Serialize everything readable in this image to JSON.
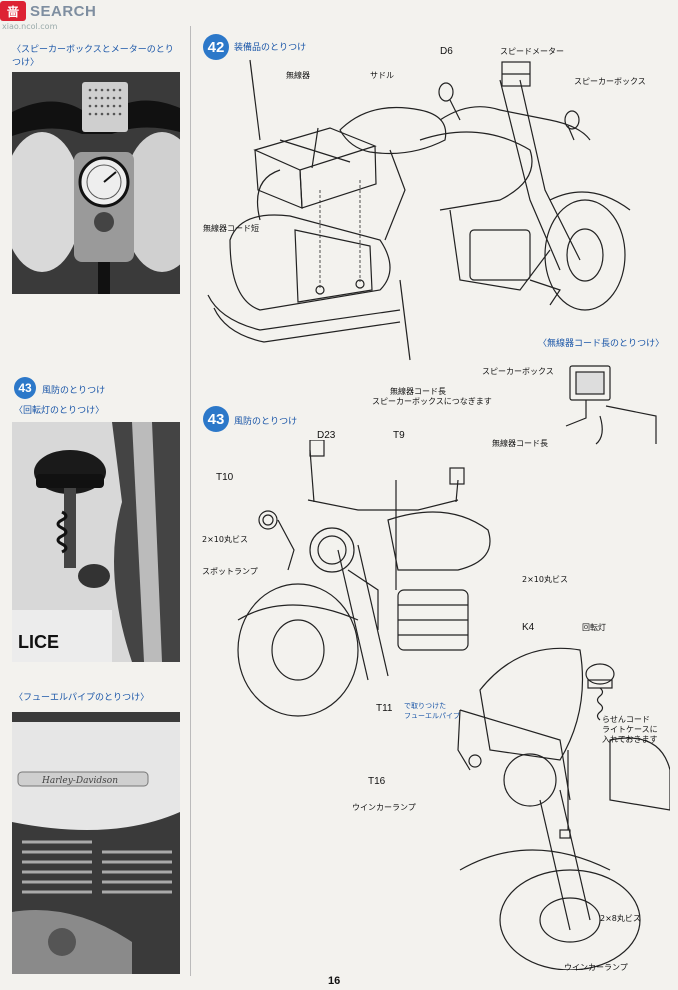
{
  "watermark": {
    "logo": "啬",
    "text": "SEARCH",
    "sub": "xiao.ncol.com"
  },
  "left": {
    "caption1": "〈スピーカーボックスとメーターのとりつけ〉",
    "step43_badge": "43",
    "step43_caption": "風防のとりつけ",
    "caption_rotating": "〈回転灯のとりつけ〉",
    "caption_fuel": "〈フューエルパイプのとりつけ〉",
    "police_text": "LICE",
    "tank_text": "Harley-Davidson"
  },
  "step42": {
    "badge": "42",
    "title": "装備品のとりつけ",
    "labels": {
      "radio": "無線器",
      "saddle": "サドル",
      "d6": "D6",
      "speedometer": "スピードメーター",
      "speaker_box": "スピーカーボックス",
      "radio_cord_short": "無線器コード短",
      "radio_cord_long_title": "〈無線器コード長のとりつけ〉",
      "speaker_box2": "スピーカーボックス",
      "radio_cord_long": "無線器コード長",
      "radio_cord_long_note1": "無線器コード長",
      "radio_cord_long_note2": "スピーカーボックスにつなぎます"
    }
  },
  "step43": {
    "badge": "43",
    "title": "風防のとりつけ",
    "labels": {
      "d23": "D23",
      "t9": "T9",
      "t10": "T10",
      "screw1": "2×10丸ビス",
      "spot_lamp": "スポットランプ",
      "screw2": "2×10丸ビス",
      "t11": "T11",
      "t11_note1": "で取りつけた",
      "t11_note2": "フューエルパイプ",
      "k4": "K4",
      "rotating_lamp": "回転灯",
      "spiral_cord1": "らせんコード",
      "spiral_cord2": "ライトケースに",
      "spiral_cord3": "入れておきます",
      "t16": "T16",
      "winker1": "ウインカーランプ",
      "screw3": "2×8丸ビス",
      "winker2": "ウインカーランプ"
    }
  },
  "page_number": "16"
}
